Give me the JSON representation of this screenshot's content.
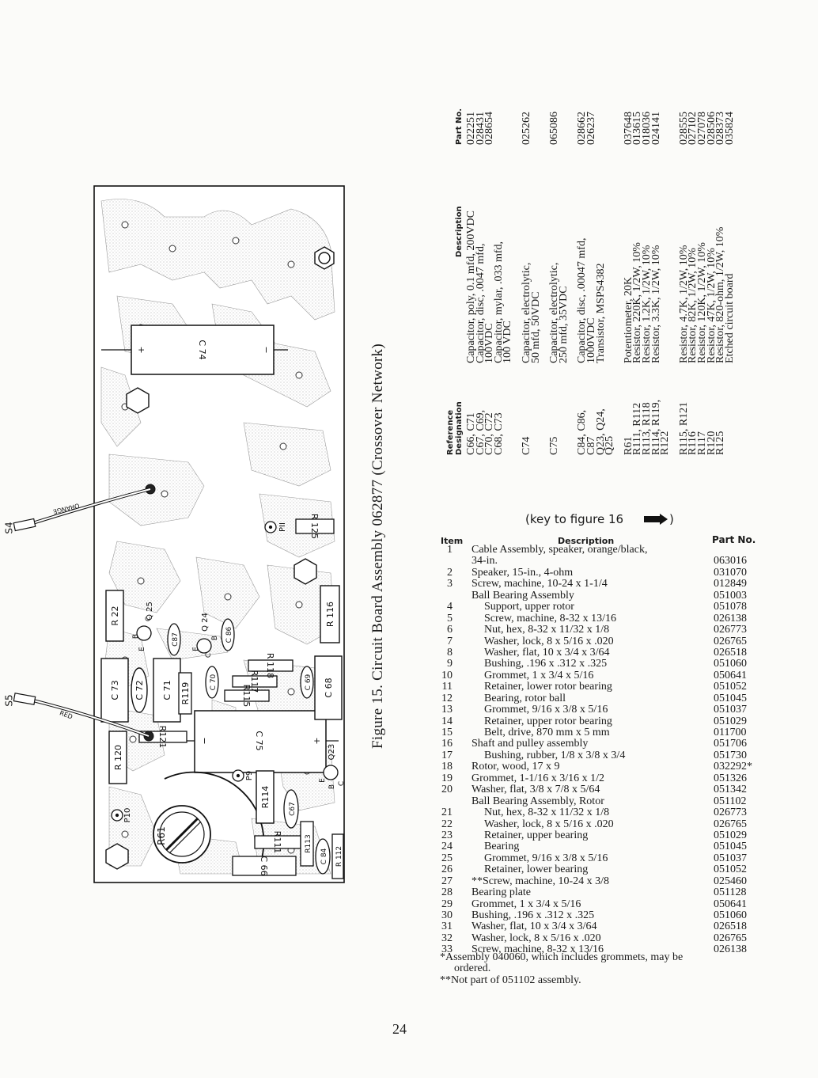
{
  "figure15": {
    "caption": "Figure 15.   Circuit Board Assembly 062877 (Crossover Network)",
    "headers": {
      "reference_line1": "Reference",
      "reference_line2": "Designation",
      "description": "Description",
      "part_no": "Part No."
    },
    "rows": [
      {
        "ref": [
          "C66, C71",
          "C67, C69,",
          "C70, C72",
          "C68, C73"
        ],
        "desc": [
          "Capacitor, poly, 0.1 mfd, 200VDC",
          "Capacitor, disc, .0047 mfd,",
          "100VDC",
          "Capacitor, mylar, .033 mfd,",
          "100 VDC"
        ],
        "part": [
          "022251",
          "",
          "028431",
          "",
          "028654"
        ]
      },
      {
        "ref": [
          "C74"
        ],
        "desc": [
          "Capacitor, electrolytic,",
          "50 mfd, 50VDC"
        ],
        "part": [
          "025262"
        ]
      },
      {
        "ref": [
          "C75"
        ],
        "desc": [
          "Capacitor, electrolytic,",
          "250 mfd, 35VDC"
        ],
        "part": [
          "065086"
        ]
      },
      {
        "ref": [
          "C84, C86,",
          "C87",
          "Q23, Q24,",
          "Q25"
        ],
        "desc": [
          "Capacitor, disc, .00047 mfd,",
          "1000VDC",
          "Transistor, MSPS4382"
        ],
        "part": [
          "028662",
          "026237"
        ]
      },
      {
        "ref": [
          "R61",
          "R111, R112",
          "R113, R118",
          "R114, R119,",
          "R122"
        ],
        "desc": [
          "Potentiometer, 20K",
          "Resistor, 220K, 1/2W, 10%",
          "Resistor, 1.2K, 1/2W, 10%",
          "Resistor, 3.3K, 1/2W, 10%"
        ],
        "part": [
          "037648",
          "013615",
          "018036",
          "024141"
        ]
      },
      {
        "ref": [
          "R115, R121",
          "R116",
          "R117",
          "R120",
          "R125"
        ],
        "desc": [
          "Resistor, 4.7K, 1/2W, 10%",
          "Resistor, 82K, 1/2W, 10%",
          "Resistor, 120K, 1/2W, 10%",
          "Resistor, 47K, 1/2W, 10%",
          "Resistor, 820-ohm, 1/2W, 10%",
          "Etched circuit board"
        ],
        "part": [
          "028555",
          "027102",
          "027078",
          "028506",
          "028373",
          "035824"
        ]
      }
    ]
  },
  "board": {
    "components": {
      "c74": "C 74",
      "c75": "C 75",
      "c66": "C 66",
      "c67": "C67",
      "c68": "C 68",
      "c69": "C 69",
      "c70": "C 70",
      "c71": "C 71",
      "c72": "C 72",
      "c73": "C 73",
      "c84": "C 84",
      "c86": "C 86",
      "c87": "C87",
      "r61": "R61",
      "r111": "R111",
      "r112": "R 112",
      "r113": "R113",
      "r114": "R114",
      "r115": "R115",
      "r116": "R 116",
      "r117": "R117",
      "r118": "R 118",
      "r119": "R119",
      "r120": "R 120",
      "r121": "R121",
      "r122": "R 22",
      "r125": "R 125",
      "q23": "Q23",
      "q24": "Q 24",
      "q25": "Q 25",
      "p9": "P9",
      "p10": "P10",
      "p11": "PII"
    },
    "pins": {
      "b": "B",
      "c": "C",
      "e": "E",
      "plus": "+",
      "minus": "−"
    },
    "leads": {
      "s4": "S4",
      "s5": "S5",
      "orange": "ORANGE",
      "red": "RED"
    }
  },
  "figure16_key": {
    "title": "(key to figure 16",
    "close": ")",
    "headers": {
      "item": "Item",
      "description": "Description",
      "part_no": "Part No."
    },
    "rows": [
      {
        "item": "1",
        "desc": "Cable Assembly, speaker, orange/black,",
        "part": "",
        "indent": false
      },
      {
        "item": "",
        "desc": "34-in.",
        "part": "063016",
        "indent": false
      },
      {
        "item": "2",
        "desc": "Speaker, 15-in., 4-ohm",
        "part": "031070",
        "indent": false
      },
      {
        "item": "3",
        "desc": "Screw, machine, 10-24 x 1-1/4",
        "part": "012849",
        "indent": false
      },
      {
        "item": "",
        "desc": "Ball Bearing Assembly",
        "part": "051003",
        "indent": false
      },
      {
        "item": "4",
        "desc": "Support, upper rotor",
        "part": "051078",
        "indent": true
      },
      {
        "item": "5",
        "desc": "Screw, machine, 8-32 x 13/16",
        "part": "026138",
        "indent": true
      },
      {
        "item": "6",
        "desc": "Nut, hex, 8-32 x 11/32 x 1/8",
        "part": "026773",
        "indent": true
      },
      {
        "item": "7",
        "desc": "Washer, lock, 8 x 5/16 x .020",
        "part": "026765",
        "indent": true
      },
      {
        "item": "8",
        "desc": "Washer, flat, 10 x 3/4 x 3/64",
        "part": "026518",
        "indent": true
      },
      {
        "item": "9",
        "desc": "Bushing, .196 x .312 x .325",
        "part": "051060",
        "indent": true
      },
      {
        "item": "10",
        "desc": "Grommet, 1 x 3/4 x 5/16",
        "part": "050641",
        "indent": true
      },
      {
        "item": "11",
        "desc": "Retainer, lower rotor bearing",
        "part": "051052",
        "indent": true
      },
      {
        "item": "12",
        "desc": "Bearing, rotor ball",
        "part": "051045",
        "indent": true
      },
      {
        "item": "13",
        "desc": "Grommet, 9/16 x 3/8 x 5/16",
        "part": "051037",
        "indent": true
      },
      {
        "item": "14",
        "desc": "Retainer, upper rotor bearing",
        "part": "051029",
        "indent": true
      },
      {
        "item": "15",
        "desc": "Belt, drive, 870 mm x 5 mm",
        "part": "011700",
        "indent": true
      },
      {
        "item": "16",
        "desc": "Shaft and pulley assembly",
        "part": "051706",
        "indent": false
      },
      {
        "item": "17",
        "desc": "Bushing, rubber, 1/8 x 3/8 x 3/4",
        "part": "051730",
        "indent": true
      },
      {
        "item": "18",
        "desc": "Rotor, wood, 17 x 9",
        "part": "032292*",
        "indent": false
      },
      {
        "item": "19",
        "desc": "Grommet, 1-1/16 x 3/16 x 1/2",
        "part": "051326",
        "indent": false
      },
      {
        "item": "20",
        "desc": "Washer, flat, 3/8 x 7/8 x 5/64",
        "part": "051342",
        "indent": false
      },
      {
        "item": "",
        "desc": "Ball Bearing Assembly, Rotor",
        "part": "051102",
        "indent": false
      },
      {
        "item": "21",
        "desc": "Nut, hex, 8-32 x 11/32 x 1/8",
        "part": "026773",
        "indent": true
      },
      {
        "item": "22",
        "desc": "Washer, lock, 8 x 5/16 x .020",
        "part": "026765",
        "indent": true
      },
      {
        "item": "23",
        "desc": "Retainer, upper bearing",
        "part": "051029",
        "indent": true
      },
      {
        "item": "24",
        "desc": "Bearing",
        "part": "051045",
        "indent": true
      },
      {
        "item": "25",
        "desc": "Grommet, 9/16 x 3/8 x 5/16",
        "part": "051037",
        "indent": true
      },
      {
        "item": "26",
        "desc": "Retainer, lower bearing",
        "part": "051052",
        "indent": true
      },
      {
        "item": "27",
        "desc": "**Screw, machine, 10-24 x 3/8",
        "part": "025460",
        "indent": false
      },
      {
        "item": "28",
        "desc": "Bearing plate",
        "part": "051128",
        "indent": false
      },
      {
        "item": "29",
        "desc": "Grommet, 1 x 3/4 x 5/16",
        "part": "050641",
        "indent": false
      },
      {
        "item": "30",
        "desc": "Bushing, .196 x .312 x .325",
        "part": "051060",
        "indent": false
      },
      {
        "item": "31",
        "desc": "Washer, flat, 10 x 3/4 x 3/64",
        "part": "026518",
        "indent": false
      },
      {
        "item": "32",
        "desc": "Washer, lock, 8 x 5/16 x .020",
        "part": "026765",
        "indent": false
      },
      {
        "item": "33",
        "desc": "Screw, machine, 8-32 x 13/16",
        "part": "026138",
        "indent": false
      }
    ],
    "footnotes": [
      "*Assembly 040060, which includes grommets, may be",
      "ordered.",
      "**Not part of 051102 assembly."
    ]
  },
  "page_number": "24"
}
